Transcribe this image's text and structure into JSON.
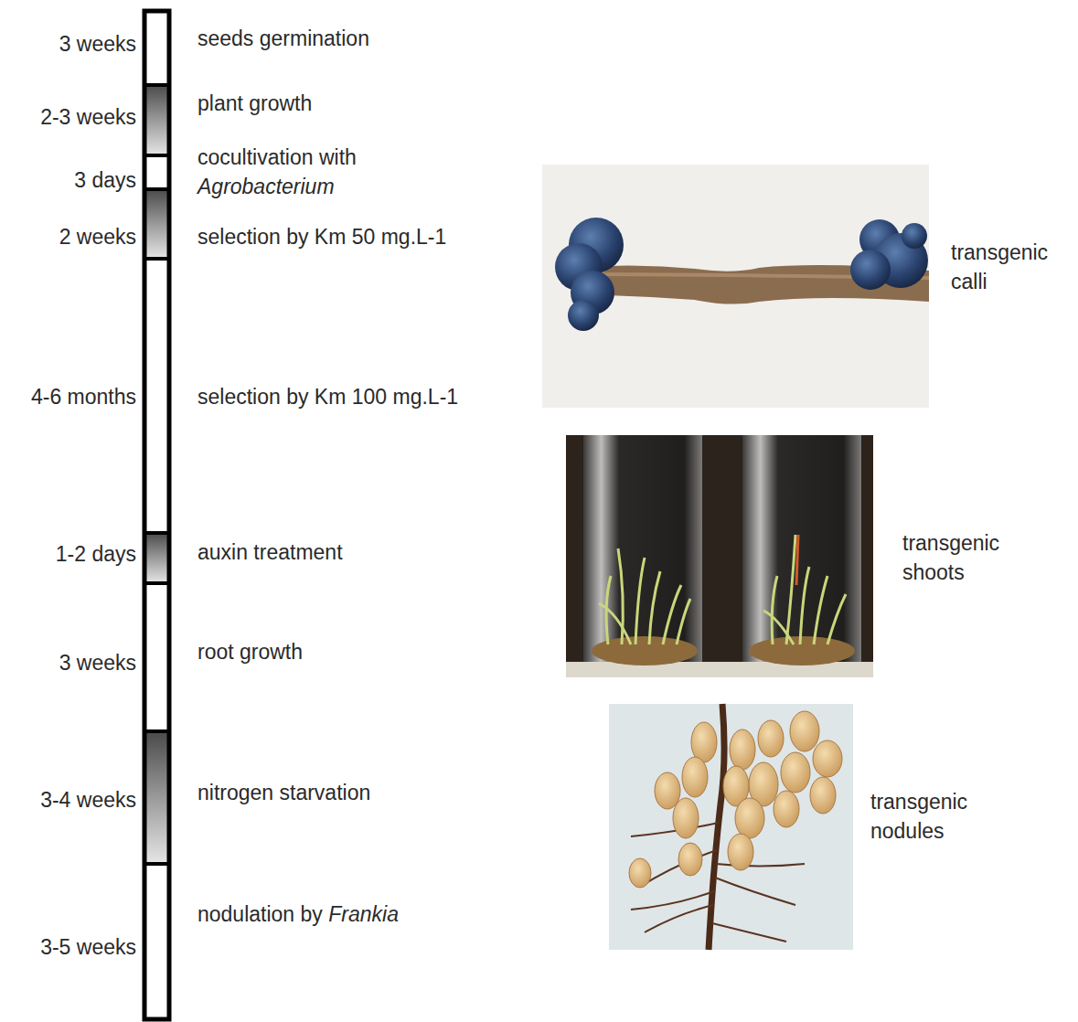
{
  "diagram": {
    "labels": [
      "3 weeks",
      "seeds germination",
      "2-3 weeks",
      "plant growth",
      "3 days",
      "cocultivation with Agrobacterium",
      "2 weeks",
      "selection by Km 50 mg.L-1",
      "4-6 months",
      "selection by Km 100 mg.L-1",
      "1-2 days",
      "auxin treatment",
      "3 weeks",
      "root growth",
      "3-4 weeks",
      "nitrogen starvation",
      "3-5 weeks",
      "nodulation by Frankia",
      "transgenic calli",
      "transgenic shoots",
      "transgenic nodules"
    ]
  }
}
